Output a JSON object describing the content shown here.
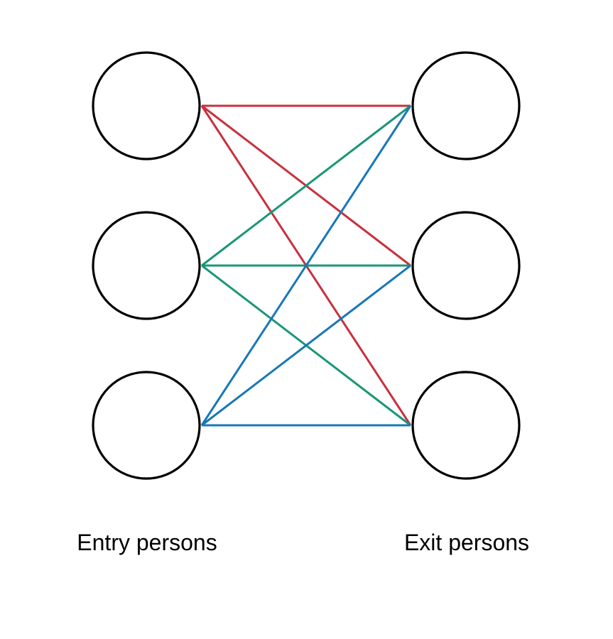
{
  "labels": {
    "entry": "Entry persons",
    "exit": "Exit persons"
  },
  "colors": {
    "node_stroke": "#000000",
    "edge_from_entry_1": "#c8313e",
    "edge_from_entry_2": "#1a9678",
    "edge_from_entry_3": "#1878b8"
  },
  "diagram": {
    "entry_nodes": [
      "entry-1",
      "entry-2",
      "entry-3"
    ],
    "exit_nodes": [
      "exit-1",
      "exit-2",
      "exit-3"
    ],
    "edges": [
      {
        "from": "entry-1",
        "to": "exit-1",
        "color": "#c8313e"
      },
      {
        "from": "entry-1",
        "to": "exit-2",
        "color": "#c8313e"
      },
      {
        "from": "entry-1",
        "to": "exit-3",
        "color": "#c8313e"
      },
      {
        "from": "entry-2",
        "to": "exit-1",
        "color": "#1a9678"
      },
      {
        "from": "entry-2",
        "to": "exit-2",
        "color": "#1a9678"
      },
      {
        "from": "entry-2",
        "to": "exit-3",
        "color": "#1a9678"
      },
      {
        "from": "entry-3",
        "to": "exit-1",
        "color": "#1878b8"
      },
      {
        "from": "entry-3",
        "to": "exit-2",
        "color": "#1878b8"
      },
      {
        "from": "entry-3",
        "to": "exit-3",
        "color": "#1878b8"
      }
    ]
  }
}
